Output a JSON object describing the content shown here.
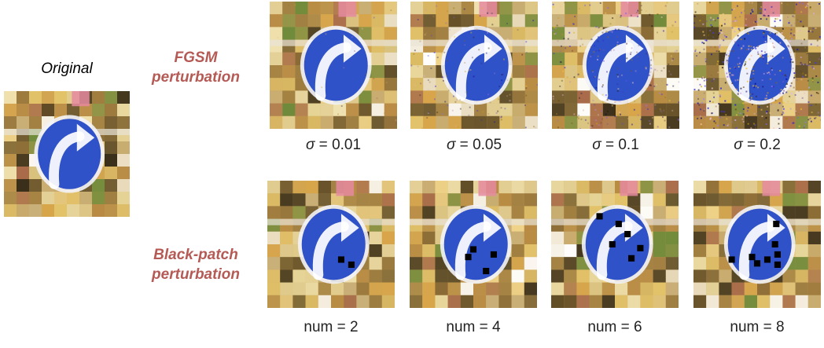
{
  "original": {
    "label": "Original"
  },
  "rows": [
    {
      "label_line1": "FGSM",
      "label_line2": "perturbation",
      "symbol": "σ",
      "panels": [
        {
          "value": "0.01",
          "noise": 0.01
        },
        {
          "value": "0.05",
          "noise": 0.05
        },
        {
          "value": "0.1",
          "noise": 0.1
        },
        {
          "value": "0.2",
          "noise": 0.2
        }
      ]
    },
    {
      "label_line1": "Black-patch",
      "label_line2": "perturbation",
      "symbol": "num",
      "panels": [
        {
          "value": "2",
          "patches": 2
        },
        {
          "value": "4",
          "patches": 4
        },
        {
          "value": "6",
          "patches": 6
        },
        {
          "value": "8",
          "patches": 8
        }
      ]
    }
  ],
  "colors": {
    "label_accent": "#b55a55",
    "sign_blue": "#2f52c8",
    "patch": "#000000"
  }
}
